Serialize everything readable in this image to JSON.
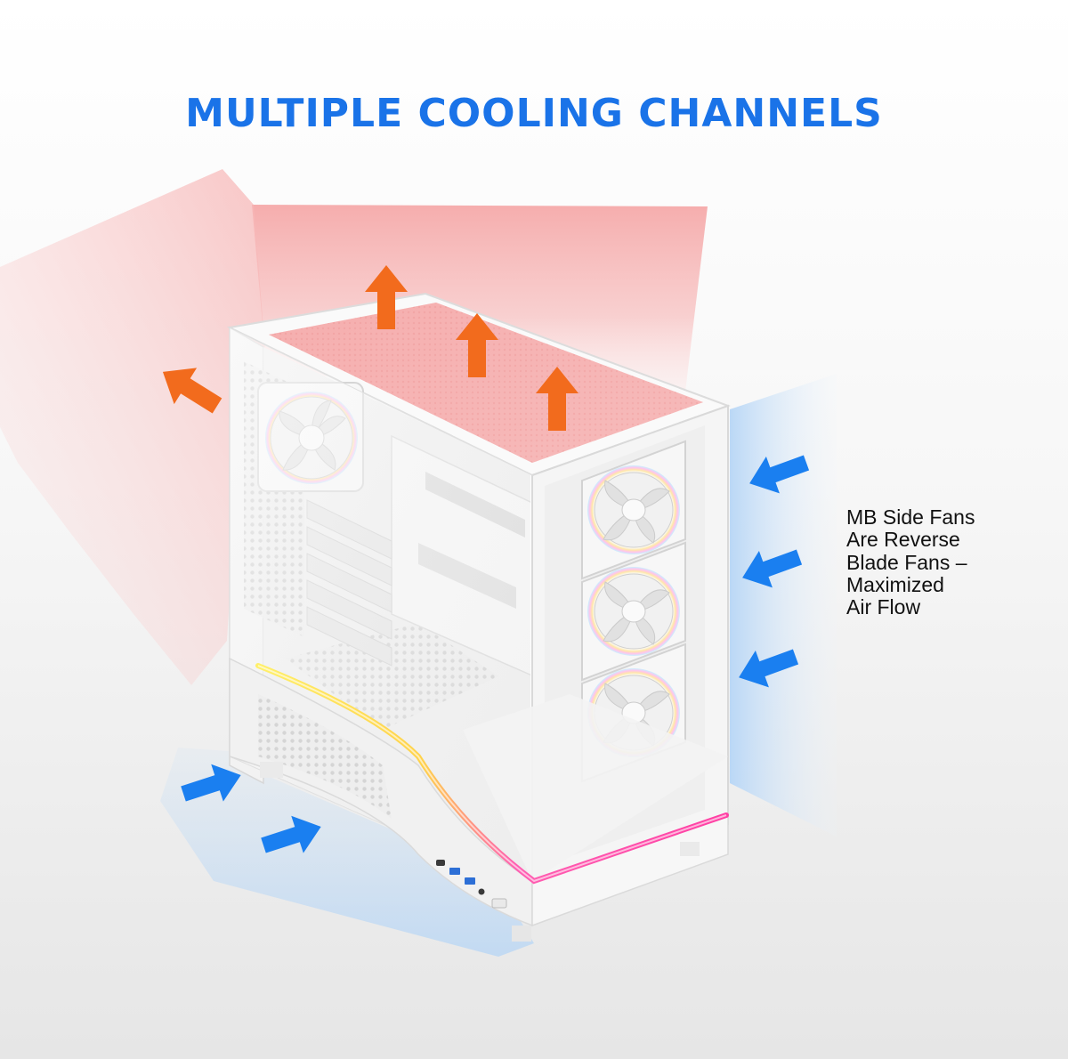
{
  "headline": {
    "text": "MULTIPLE COOLING CHANNELS"
  },
  "annotation": {
    "lines": [
      "MB Side Fans",
      "Are Reverse",
      "Blade Fans –",
      "Maximized",
      "Air Flow"
    ]
  },
  "colors": {
    "headline": "#1a73e8",
    "exhaust_arrow": "#f26b1d",
    "intake_arrow": "#1a7ff0",
    "hot_air": "#f5b1b1",
    "cool_air": "#bcd9f5",
    "case_body": "#f4f4f4",
    "rgb_strip_yellow": "#ffe24a",
    "rgb_strip_pink": "#ff3fa4"
  },
  "product": {
    "type": "white dual-chamber PC case",
    "fans": {
      "rear_exhaust": 1,
      "side_intake": 3
    },
    "front_io": [
      "usb-c-port-icon",
      "usb-a-port-icon",
      "usb-a-port-icon",
      "audio-jack-icon",
      "power-button-icon"
    ]
  },
  "airflow": {
    "exhaust_arrows": 4,
    "intake_arrows": 5
  }
}
